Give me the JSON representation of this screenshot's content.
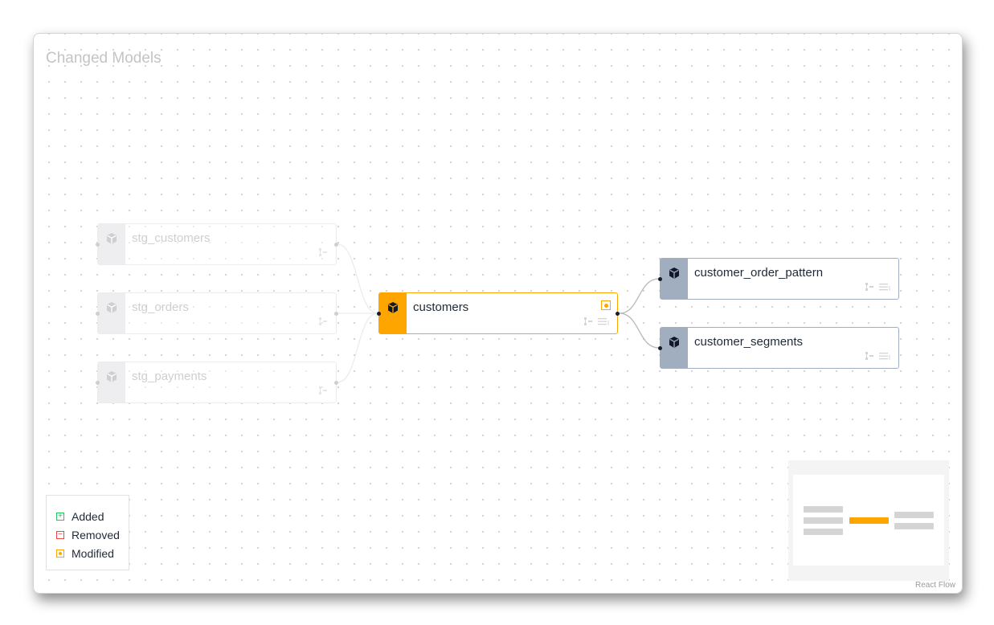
{
  "panel": {
    "title": "Changed Models"
  },
  "nodes": [
    {
      "id": "stg_customers",
      "label": "stg_customers",
      "state": "unchanged",
      "icon": "cube-icon"
    },
    {
      "id": "stg_orders",
      "label": "stg_orders",
      "state": "unchanged",
      "icon": "cube-icon"
    },
    {
      "id": "stg_payments",
      "label": "stg_payments",
      "state": "unchanged",
      "icon": "cube-icon"
    },
    {
      "id": "customers",
      "label": "customers",
      "state": "modified",
      "icon": "cube-icon"
    },
    {
      "id": "customer_order_pattern",
      "label": "customer_order_pattern",
      "state": "downstream",
      "icon": "cube-icon"
    },
    {
      "id": "customer_segments",
      "label": "customer_segments",
      "state": "downstream",
      "icon": "cube-icon"
    }
  ],
  "edges": [
    {
      "from": "stg_customers",
      "to": "customers"
    },
    {
      "from": "stg_orders",
      "to": "customers"
    },
    {
      "from": "stg_payments",
      "to": "customers"
    },
    {
      "from": "customers",
      "to": "customer_order_pattern"
    },
    {
      "from": "customers",
      "to": "customer_segments"
    }
  ],
  "legend": {
    "items": [
      {
        "label": "Added",
        "symbol": "+",
        "color": "#22c55e"
      },
      {
        "label": "Removed",
        "symbol": "−",
        "color": "#ef4444"
      },
      {
        "label": "Modified",
        "symbol": "•",
        "color": "#ffa500"
      }
    ]
  },
  "colors": {
    "modified": "#ffa500",
    "downstream": "#a0aec0",
    "unchanged": "#eeeef0"
  },
  "attribution": "React Flow"
}
